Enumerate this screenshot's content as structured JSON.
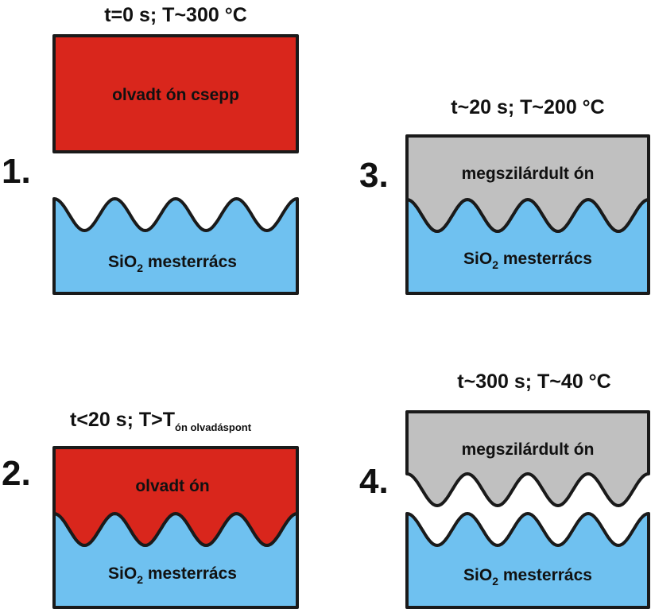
{
  "colors": {
    "molten_tin": "#d9261c",
    "solid_tin": "#c0c0c0",
    "substrate": "#6fc1f0",
    "outline": "#1a1a1a"
  },
  "panel1": {
    "number": "1.",
    "title": "t=0 s; T~300 °C",
    "drop_label": "olvadt ón csepp",
    "substrate_prefix": "SiO",
    "substrate_subscript": "2",
    "substrate_suffix": " mesterrács"
  },
  "panel2": {
    "number": "2.",
    "title_main": "t<20 s; T>T",
    "title_subscript": "ón olvadáspont",
    "tin_label": "olvadt ón",
    "substrate_prefix": "SiO",
    "substrate_subscript": "2",
    "substrate_suffix": " mesterrács"
  },
  "panel3": {
    "number": "3.",
    "title": "t~20 s; T~200 °C",
    "tin_label": "megszilárdult ón",
    "substrate_prefix": "SiO",
    "substrate_subscript": "2",
    "substrate_suffix": " mesterrács"
  },
  "panel4": {
    "number": "4.",
    "title": "t~300 s; T~40 °C",
    "tin_label": "megszilárdult ón",
    "substrate_prefix": "SiO",
    "substrate_subscript": "2",
    "substrate_suffix": " mesterrács"
  }
}
